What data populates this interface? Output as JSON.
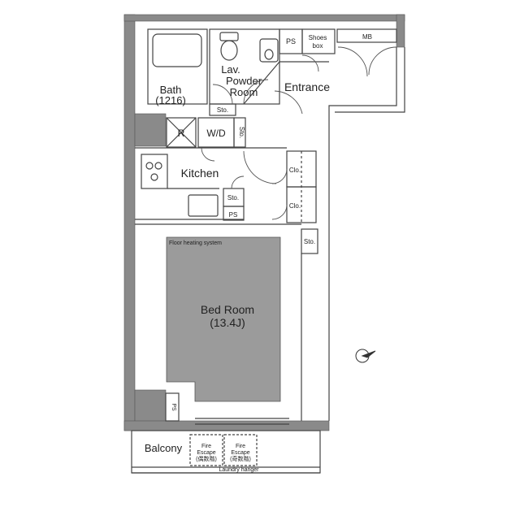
{
  "rooms": {
    "bath": "Bath",
    "bath_size": "(1216)",
    "lav": "Lav.",
    "powder_room_1": "Powder",
    "powder_room_2": "Room",
    "entrance": "Entrance",
    "kitchen": "Kitchen",
    "bed_room": "Bed Room",
    "bed_room_size": "(13.4J)",
    "balcony": "Balcony"
  },
  "labels": {
    "ps_top": "PS",
    "shoes_box_1": "Shoes",
    "shoes_box_2": "box",
    "mb": "MB",
    "sto_bath": "Sto.",
    "r": "R",
    "wd": "W/D",
    "sto_vertical": "Sto.",
    "clo_1": "Clo.",
    "clo_2": "Clo.",
    "sto_kitchen": "Sto.",
    "ps_kitchen": "PS",
    "sto_bedroom": "Sto.",
    "floor_heating": "Floor heating system",
    "ps_bedroom": "PS",
    "fire_escape_1_a": "Fire",
    "fire_escape_1_b": "Escape",
    "fire_escape_1_c": "(偶数階)",
    "fire_escape_2_a": "Fire",
    "fire_escape_2_b": "Escape",
    "fire_escape_2_c": "(奇数階)",
    "laundry_hanger": "Laundry hanger"
  }
}
